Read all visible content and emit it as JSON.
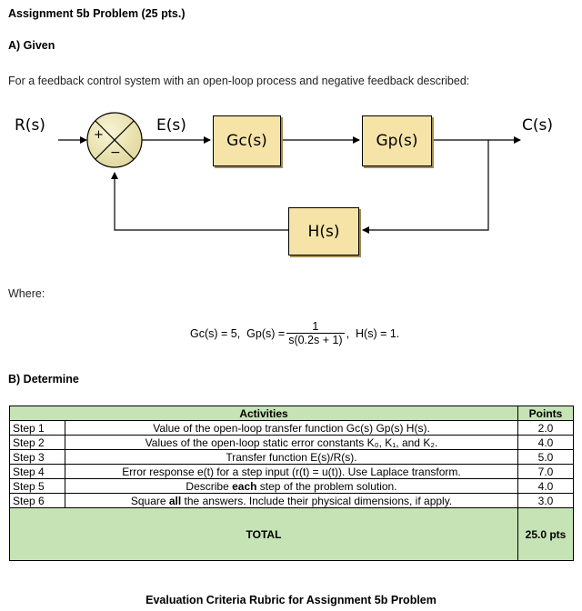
{
  "title": "Assignment 5b Problem (25 pts.)",
  "given_heading": "A) Given",
  "intro_text": "For a feedback control system with an open-loop process and negative feedback described:",
  "diagram": {
    "input": "R(s)",
    "error": "E(s)",
    "output": "C(s)",
    "plus": "+",
    "minus": "−",
    "gc": "Gc(s)",
    "gp": "Gp(s)",
    "h": "H(s)"
  },
  "where_label": "Where:",
  "equation": {
    "gc_text": "Gc(s) = 5,  Gp(s) =",
    "gp_num": "1",
    "gp_den": "s(0.2s + 1)",
    "h_text": ",  H(s) = 1."
  },
  "determine_heading": "B) Determine",
  "table": {
    "header_activities": "Activities",
    "header_points": "Points",
    "rows": [
      {
        "step": "Step 1",
        "activity": "Value of the open-loop transfer function Gc(s) Gp(s) H(s).",
        "points": "2.0"
      },
      {
        "step": "Step 2",
        "activity": "Values of the open-loop static error constants K₀, K₁, and K₂.",
        "points": "4.0"
      },
      {
        "step": "Step 3",
        "activity": "Transfer function E(s)/R(s).",
        "points": "5.0"
      },
      {
        "step": "Step 4",
        "activity": "Error response e(t) for a step input (r(t) = u(t)).  Use Laplace transform.",
        "points": "7.0"
      },
      {
        "step": "Step 5",
        "activity_pre": "Describe ",
        "activity_bold": "each",
        "activity_post": " step of the problem solution.",
        "points": "4.0"
      },
      {
        "step": "Step 6",
        "activity_pre": "Square ",
        "activity_bold": "all",
        "activity_post": " the answers. Include their physical dimensions, if apply.",
        "points": "3.0"
      }
    ],
    "total_label": "TOTAL",
    "total_points": "25.0 pts"
  },
  "caption": "Evaluation Criteria Rubric for Assignment 5b Problem",
  "colors": {
    "block_fill": "#f5e3a7",
    "table_header": "#c6e3b6"
  }
}
